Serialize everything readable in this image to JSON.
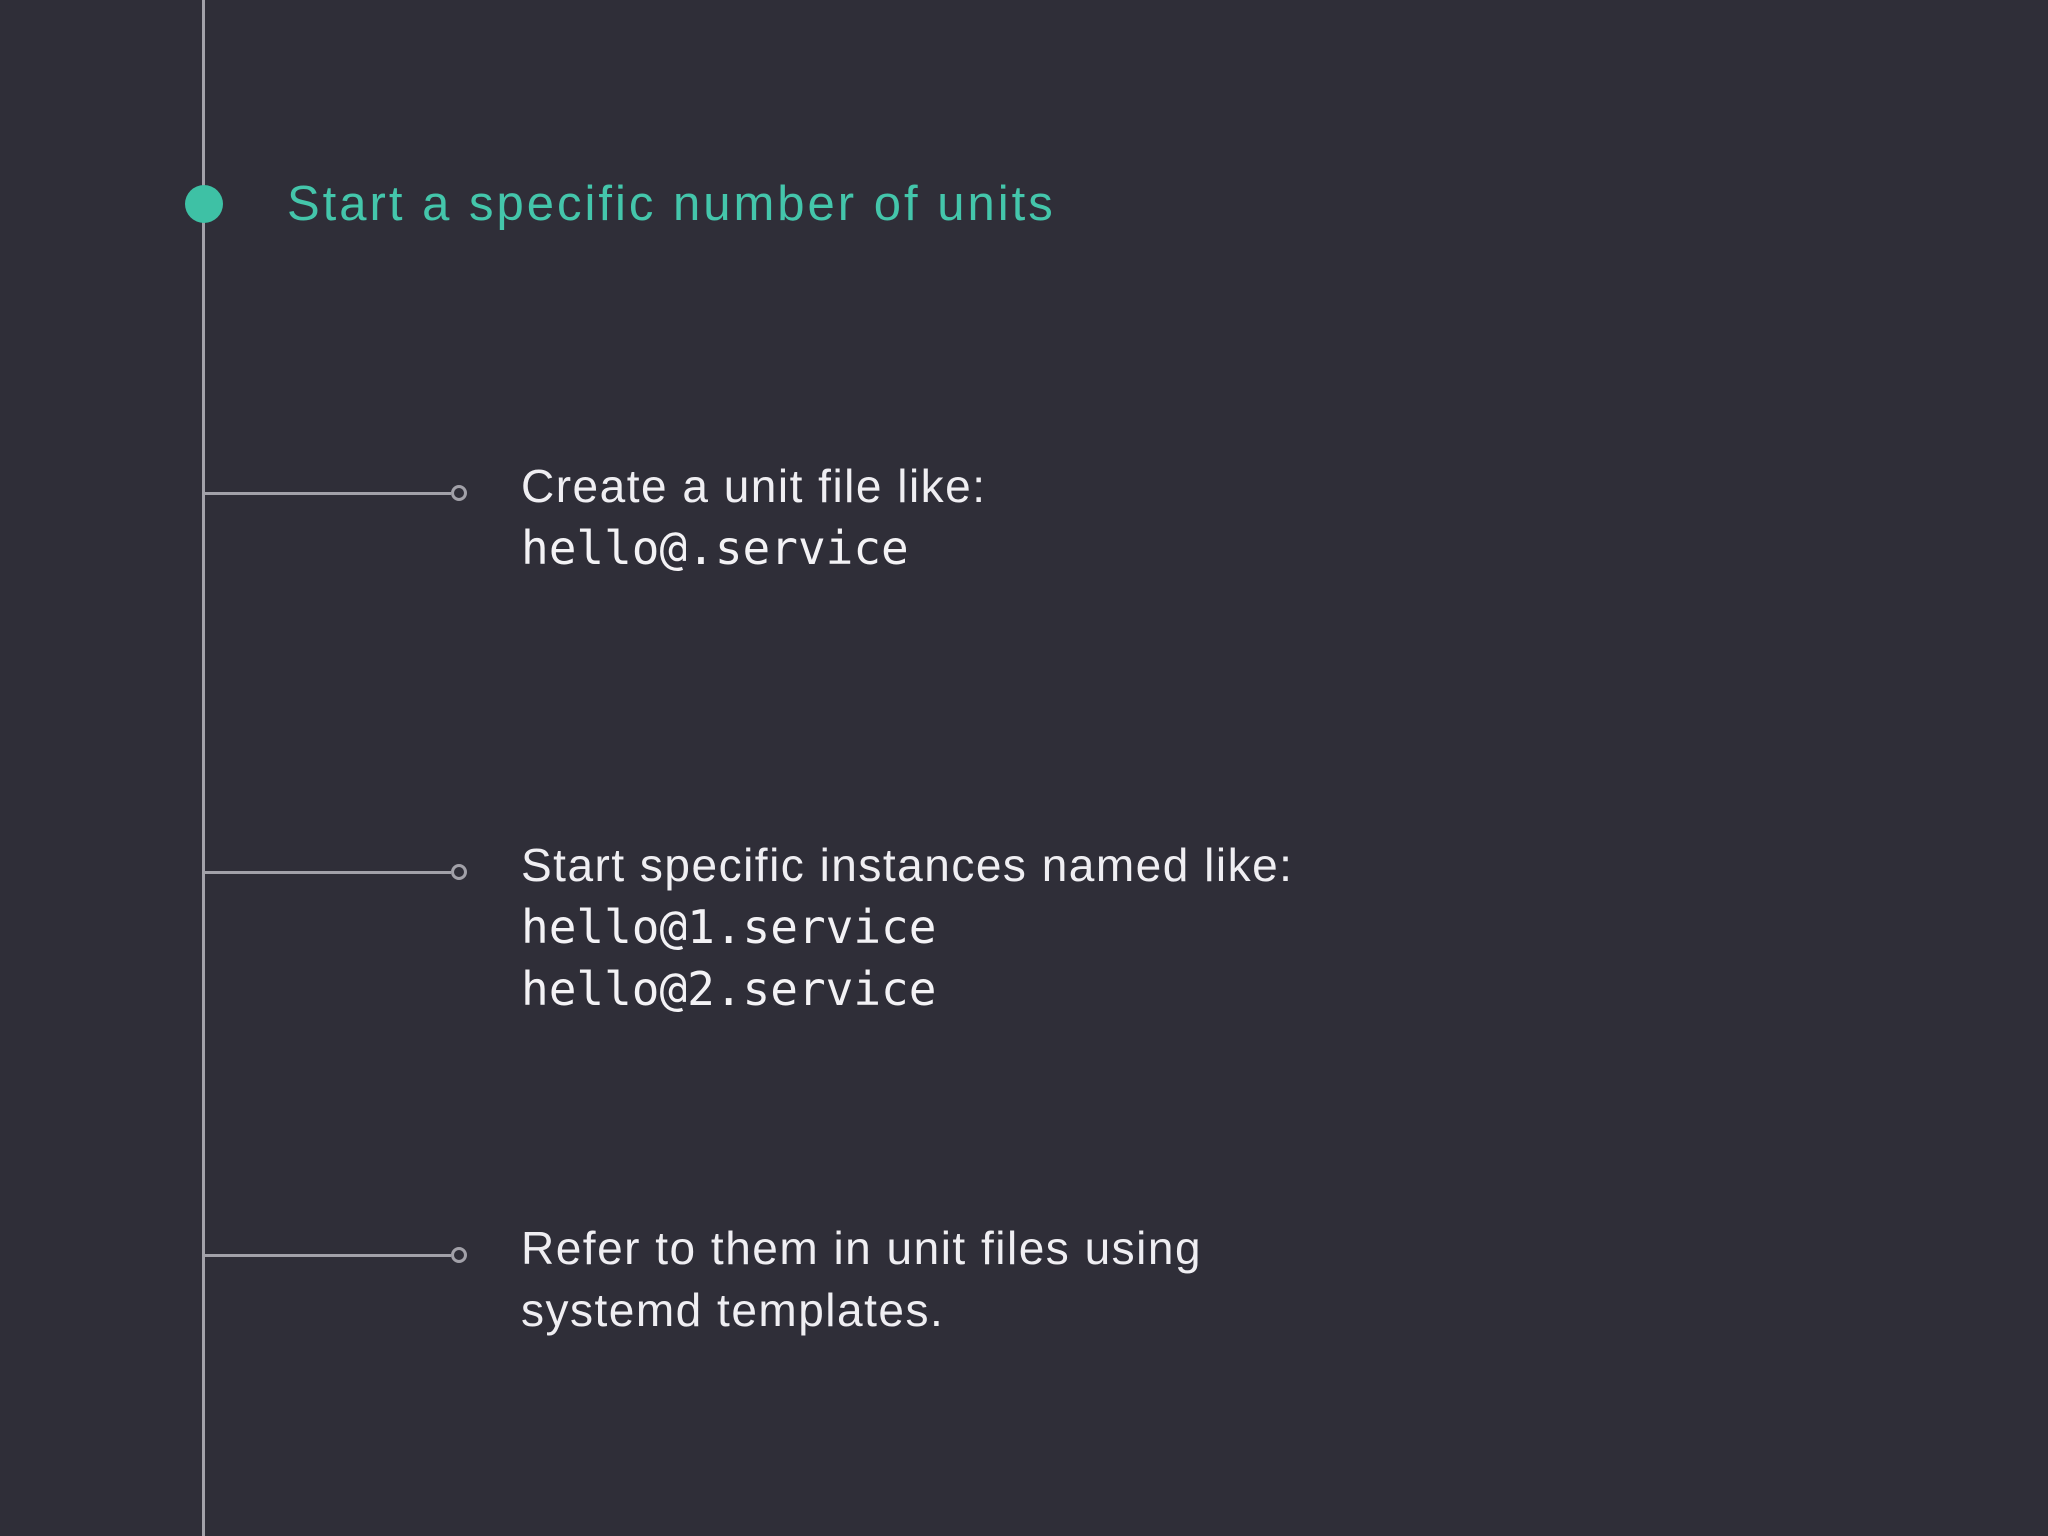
{
  "slide": {
    "title": "Start a specific number of units",
    "colors": {
      "background": "#2f2e38",
      "accent_teal": "#3ec1a5",
      "line_gray": "#a2a1a9",
      "text": "#efeef2"
    },
    "branches": [
      {
        "lines": [
          {
            "text": "Create a unit file like:"
          },
          {
            "text": "hello@.service"
          }
        ]
      },
      {
        "lines": [
          {
            "text": "Start specific instances named like:"
          },
          {
            "text": "hello@1.service"
          },
          {
            "text": "hello@2.service"
          }
        ]
      },
      {
        "lines": [
          {
            "text": "Refer to them in unit files using"
          },
          {
            "text": "systemd templates."
          }
        ]
      }
    ]
  }
}
